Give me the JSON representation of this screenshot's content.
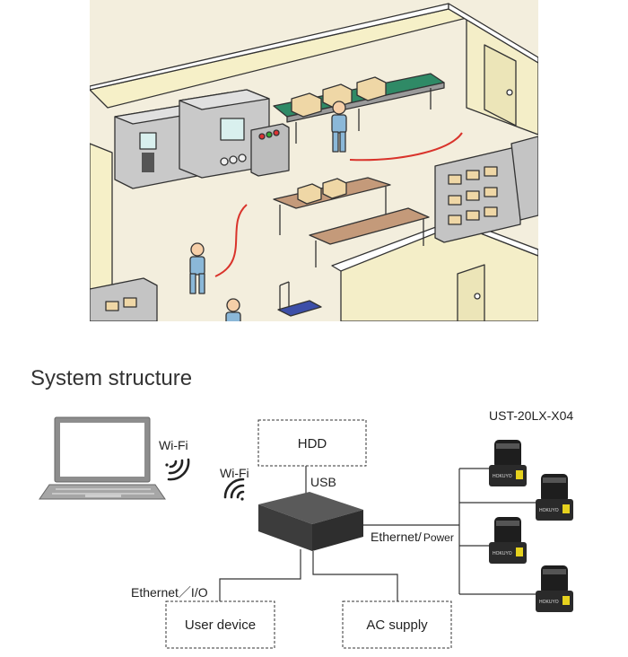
{
  "diagram": {
    "title": "System structure",
    "sensor_model": "UST-20LX-X04",
    "labels": {
      "hdd": "HDD",
      "usb": "USB",
      "wifi_laptop": "Wi-Fi",
      "wifi_hub": "Wi-Fi",
      "ethernet_power_left": "Ethernet/",
      "ethernet_power_right": "Power",
      "ethernet_io": "Ethernet／I/O",
      "user_device": "User device",
      "ac_supply": "AC supply"
    },
    "sensor_brand": "HOKUYO"
  }
}
